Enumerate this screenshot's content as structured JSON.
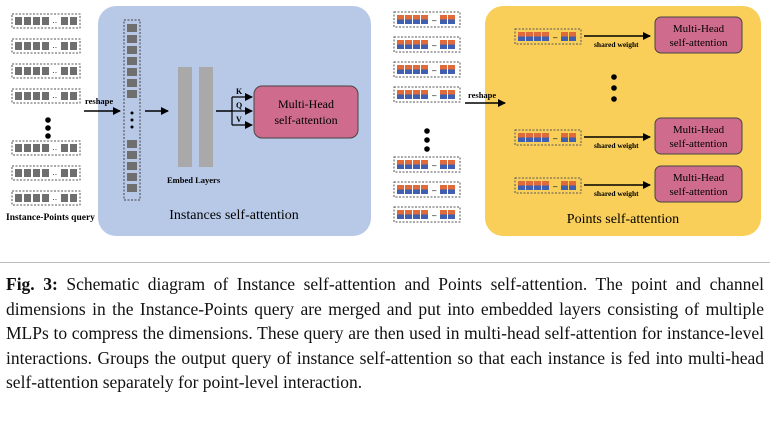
{
  "figure": {
    "left": {
      "query_label": "Instance-Points query",
      "reshape_label": "reshape",
      "embed_label": "Embed Layers",
      "mha_label_line1": "Multi-Head",
      "mha_label_line2": "self-attention",
      "kqv": [
        "K",
        "Q",
        "V"
      ],
      "panel_title": "Instances self-attention"
    },
    "right": {
      "reshape_label": "reshape",
      "shared_weight_label": "shared weight",
      "mha_label_line1": "Multi-Head",
      "mha_label_line2": "self-attention",
      "panel_title": "Points self-attention"
    },
    "colors": {
      "left_panel": "#b8c9e8",
      "right_panel": "#f9cf5a",
      "mha_box": "#cf6c8e",
      "gray_block": "#6f6f6f",
      "orange_block": "#df6b3a",
      "blue_block": "#3f5fb0"
    }
  },
  "caption": {
    "label": "Fig. 3:",
    "text": " Schematic diagram of Instance self-attention and Points self-attention. The point and channel dimensions in the Instance-Points query are merged and put into embedded layers consisting of multiple MLPs to compress the dimensions. These query are then used in multi-head self-attention for instance-level interactions. Groups the output query of instance self-attention so that each instance is fed into multi-head self-attention separately for point-level interaction."
  }
}
